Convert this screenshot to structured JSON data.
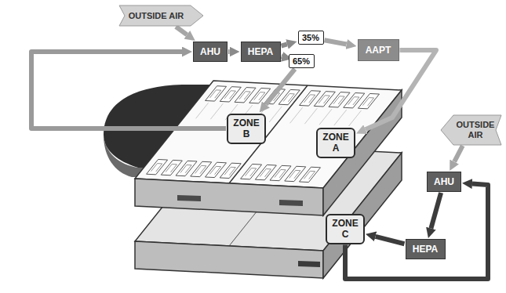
{
  "diagram": {
    "nodes": [
      {
        "text": [
          "OUTSIDE AIR"
        ]
      },
      {
        "text": [
          "AHU"
        ]
      },
      {
        "text": [
          "HEPA"
        ]
      },
      {
        "text": [
          "35%"
        ]
      },
      {
        "text": [
          "65%"
        ]
      },
      {
        "text": [
          "AAPT"
        ]
      },
      {
        "text": [
          "ZONE B"
        ]
      },
      {
        "text": [
          "ZONE A"
        ]
      },
      {
        "text": [
          "OUTSIDE AIR"
        ]
      },
      {
        "text": [
          "AHU"
        ]
      },
      {
        "text": [
          "HEPA"
        ]
      },
      {
        "text": [
          "ZONE C"
        ]
      }
    ],
    "edges": [
      {
        "from": 0,
        "to": 1,
        "arrow": "to"
      },
      {
        "from": 1,
        "to": 2,
        "arrow": "to"
      },
      {
        "from": 2,
        "to": 3,
        "arrow": "to"
      },
      {
        "from": 2,
        "to": 4,
        "arrow": "to"
      },
      {
        "from": 3,
        "to": 5,
        "arrow": "to"
      },
      {
        "from": 4,
        "to": 6,
        "arrow": "to"
      },
      {
        "from": 5,
        "to": 7,
        "arrow": "to"
      },
      {
        "from": 6,
        "to": 1,
        "arrow": "to"
      },
      {
        "from": 8,
        "to": 9,
        "arrow": "to"
      },
      {
        "from": 9,
        "to": 10,
        "arrow": "to"
      },
      {
        "from": 10,
        "to": 11,
        "arrow": "to"
      },
      {
        "from": 11,
        "to": 9,
        "arrow": "to"
      }
    ]
  }
}
